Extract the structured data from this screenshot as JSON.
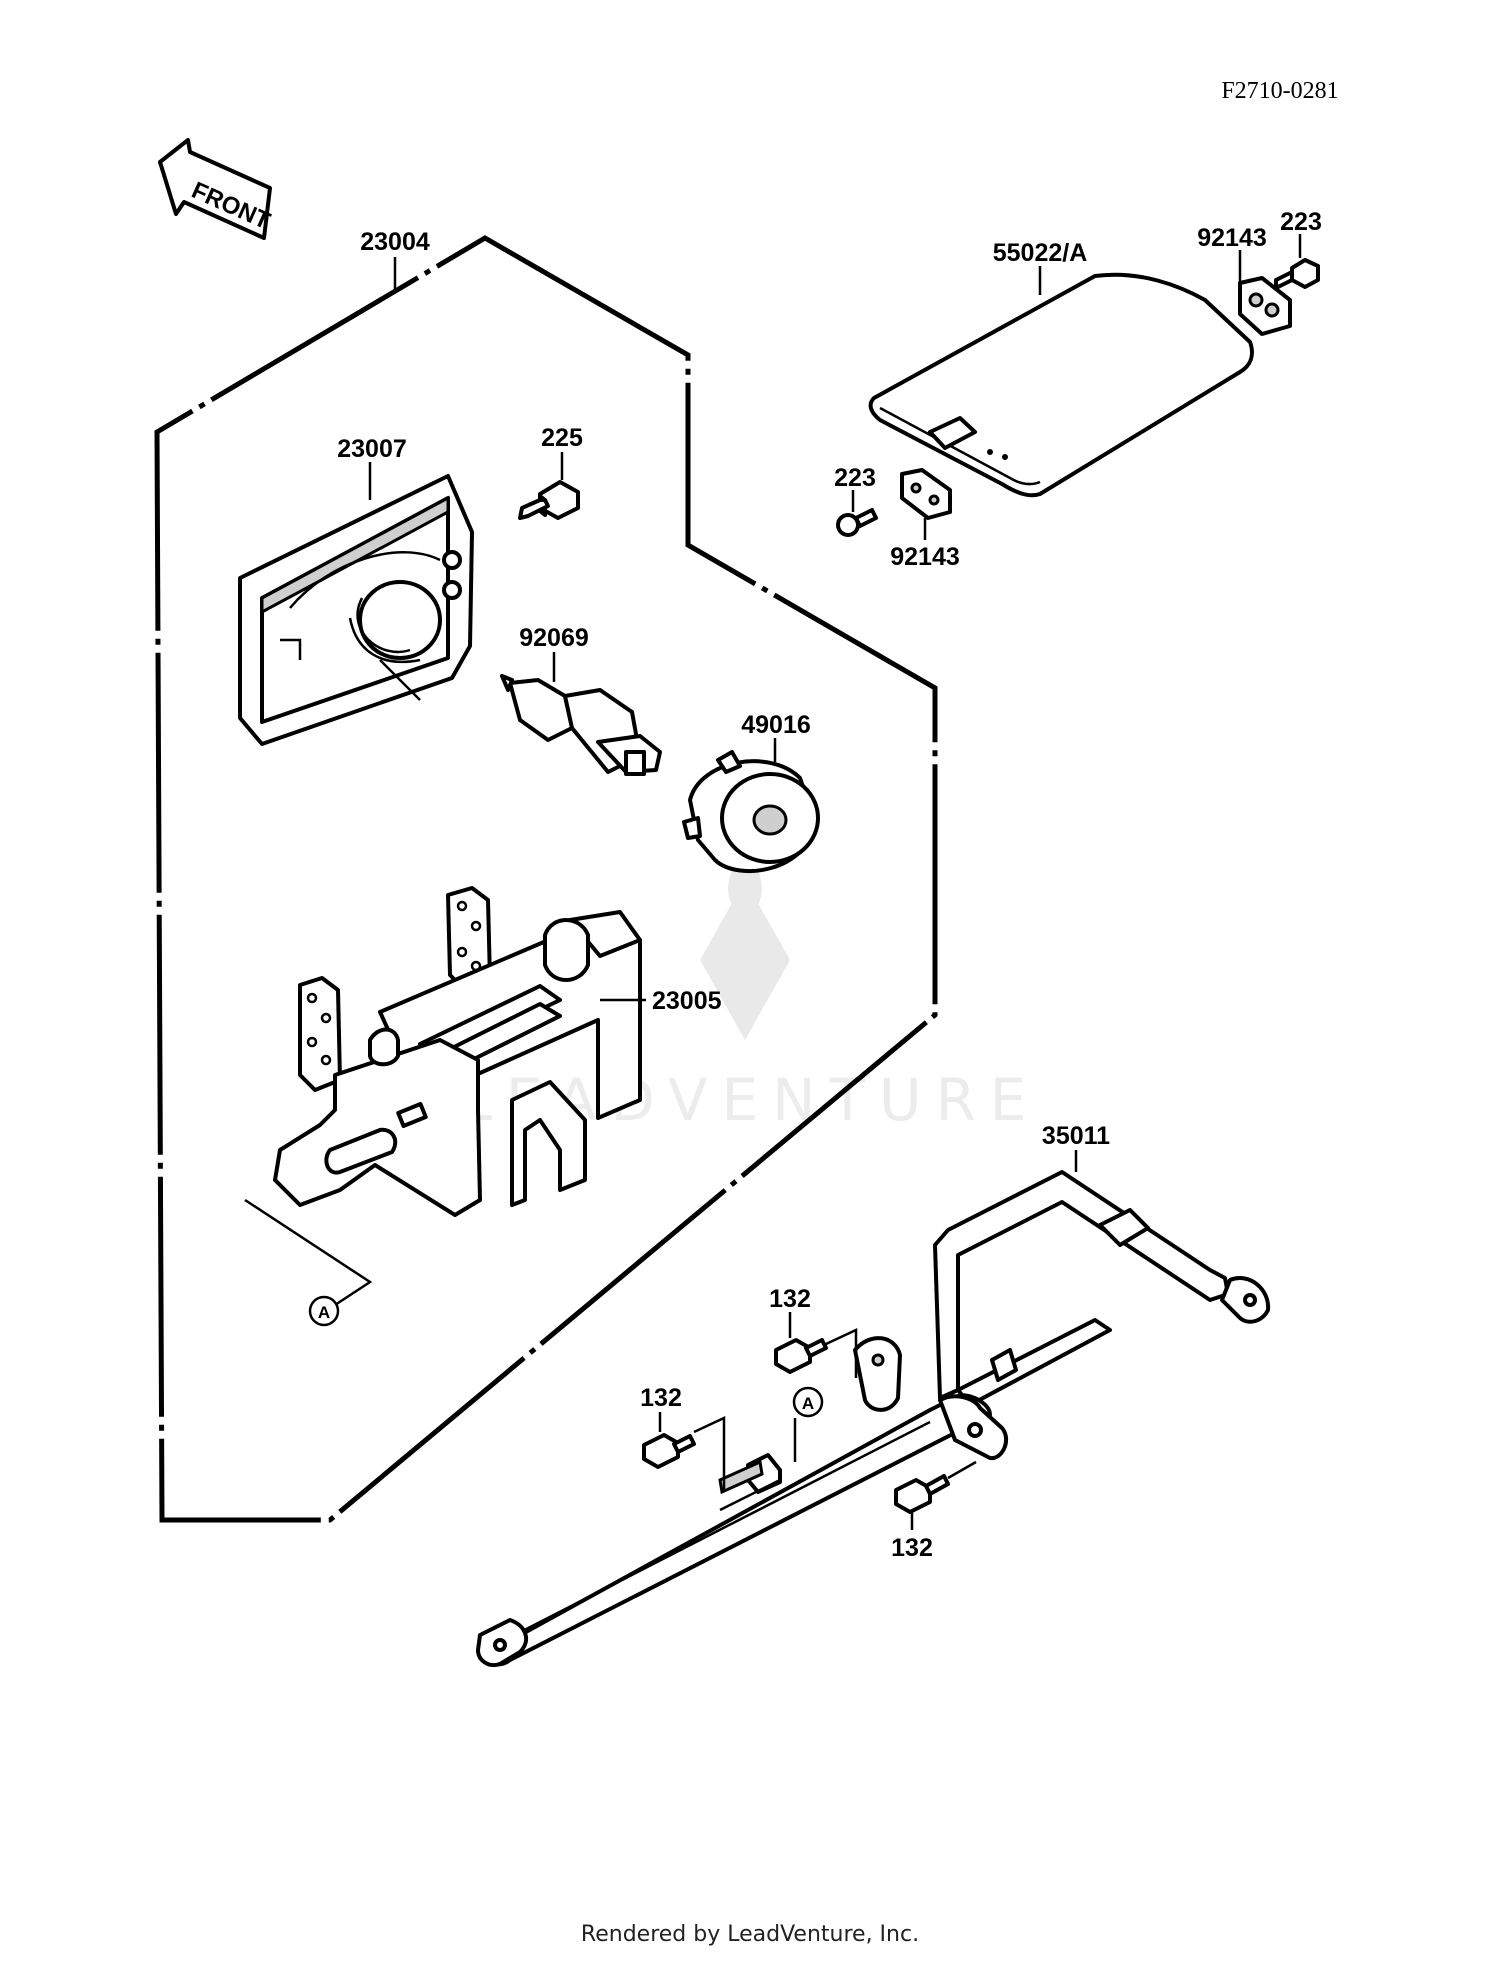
{
  "figure_ref": "F2710-0281",
  "front_arrow": "FRONT",
  "watermark": "LEADVENTURE",
  "footer": "Rendered by LeadVenture, Inc.",
  "parts": {
    "p23004": "23004",
    "p23007": "23007",
    "p225": "225",
    "p92069": "92069",
    "p49016": "49016",
    "p23005": "23005",
    "p55022": "55022/A",
    "p92143_top": "92143",
    "p223_top": "223",
    "p223_mid": "223",
    "p92143_mid": "92143",
    "p35011": "35011",
    "p132_a": "132",
    "p132_b": "132",
    "p132_c": "132"
  },
  "markers": {
    "a1": "A",
    "a2": "A"
  }
}
